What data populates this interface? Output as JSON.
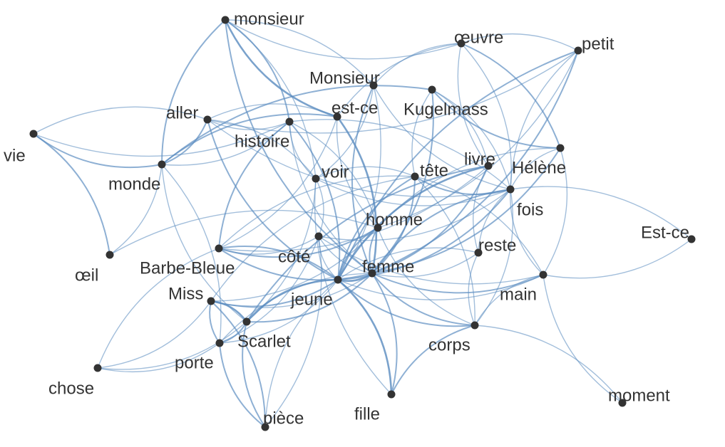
{
  "colors": {
    "edge": "#5b8cc0",
    "node": "#333333",
    "text": "#333333",
    "background": "#ffffff"
  },
  "nodes": [
    {
      "id": "monsieur",
      "label": "monsieur"
    },
    {
      "id": "oeuvre",
      "label": "œuvre"
    },
    {
      "id": "petit",
      "label": "petit"
    },
    {
      "id": "Monsieur",
      "label": "Monsieur"
    },
    {
      "id": "Kugelmass",
      "label": "Kugelmass"
    },
    {
      "id": "aller",
      "label": "aller"
    },
    {
      "id": "est-ce",
      "label": "est-ce"
    },
    {
      "id": "histoire",
      "label": "histoire"
    },
    {
      "id": "vie",
      "label": "vie"
    },
    {
      "id": "livre",
      "label": "livre"
    },
    {
      "id": "Helene",
      "label": "Hélène"
    },
    {
      "id": "monde",
      "label": "monde"
    },
    {
      "id": "voir",
      "label": "voir"
    },
    {
      "id": "tete",
      "label": "tête"
    },
    {
      "id": "fois",
      "label": "fois"
    },
    {
      "id": "homme",
      "label": "homme"
    },
    {
      "id": "Est-ce",
      "label": "Est-ce"
    },
    {
      "id": "cote",
      "label": "côté"
    },
    {
      "id": "reste",
      "label": "reste"
    },
    {
      "id": "oeil",
      "label": "œil"
    },
    {
      "id": "Barbe-Bleue",
      "label": "Barbe-Bleue"
    },
    {
      "id": "femme",
      "label": "femme"
    },
    {
      "id": "main",
      "label": "main"
    },
    {
      "id": "Miss",
      "label": "Miss"
    },
    {
      "id": "jeune",
      "label": "jeune"
    },
    {
      "id": "Scarlet",
      "label": "Scarlet"
    },
    {
      "id": "corps",
      "label": "corps"
    },
    {
      "id": "porte",
      "label": "porte"
    },
    {
      "id": "chose",
      "label": "chose"
    },
    {
      "id": "moment",
      "label": "moment"
    },
    {
      "id": "fille",
      "label": "fille"
    },
    {
      "id": "piece",
      "label": "pièce"
    }
  ],
  "edges": [
    {
      "source": "monsieur",
      "target": "est-ce",
      "weight": 3
    },
    {
      "source": "monsieur",
      "target": "histoire",
      "weight": 2
    },
    {
      "source": "monsieur",
      "target": "monde",
      "weight": 2
    },
    {
      "source": "monsieur",
      "target": "Monsieur",
      "weight": 1
    },
    {
      "source": "monsieur",
      "target": "oeuvre",
      "weight": 1
    },
    {
      "source": "monsieur",
      "target": "voir",
      "weight": 1
    },
    {
      "source": "monsieur",
      "target": "femme",
      "weight": 2
    },
    {
      "source": "oeuvre",
      "target": "petit",
      "weight": 1
    },
    {
      "source": "oeuvre",
      "target": "est-ce",
      "weight": 1
    },
    {
      "source": "oeuvre",
      "target": "Helene",
      "weight": 2
    },
    {
      "source": "oeuvre",
      "target": "livre",
      "weight": 1
    },
    {
      "source": "oeuvre",
      "target": "fois",
      "weight": 1
    },
    {
      "source": "oeuvre",
      "target": "Monsieur",
      "weight": 1
    },
    {
      "source": "petit",
      "target": "aller",
      "weight": 1
    },
    {
      "source": "petit",
      "target": "jeune",
      "weight": 2
    },
    {
      "source": "petit",
      "target": "homme",
      "weight": 1
    },
    {
      "source": "petit",
      "target": "fois",
      "weight": 1
    },
    {
      "source": "petit",
      "target": "femme",
      "weight": 2
    },
    {
      "source": "Monsieur",
      "target": "femme",
      "weight": 2
    },
    {
      "source": "Monsieur",
      "target": "jeune",
      "weight": 1
    },
    {
      "source": "Monsieur",
      "target": "fois",
      "weight": 1
    },
    {
      "source": "Monsieur",
      "target": "voir",
      "weight": 1
    },
    {
      "source": "Kugelmass",
      "target": "Helene",
      "weight": 2
    },
    {
      "source": "Kugelmass",
      "target": "fois",
      "weight": 1
    },
    {
      "source": "Kugelmass",
      "target": "tete",
      "weight": 1
    },
    {
      "source": "Kugelmass",
      "target": "femme",
      "weight": 2
    },
    {
      "source": "Kugelmass",
      "target": "monde",
      "weight": 2
    },
    {
      "source": "Kugelmass",
      "target": "livre",
      "weight": 1
    },
    {
      "source": "aller",
      "target": "vie",
      "weight": 1
    },
    {
      "source": "aller",
      "target": "est-ce",
      "weight": 1
    },
    {
      "source": "aller",
      "target": "histoire",
      "weight": 1
    },
    {
      "source": "aller",
      "target": "voir",
      "weight": 1
    },
    {
      "source": "aller",
      "target": "fois",
      "weight": 1
    },
    {
      "source": "aller",
      "target": "monde",
      "weight": 2
    },
    {
      "source": "aller",
      "target": "jeune",
      "weight": 2
    },
    {
      "source": "est-ce",
      "target": "femme",
      "weight": 3
    },
    {
      "source": "est-ce",
      "target": "monde",
      "weight": 2
    },
    {
      "source": "est-ce",
      "target": "Barbe-Bleue",
      "weight": 1
    },
    {
      "source": "est-ce",
      "target": "homme",
      "weight": 1
    },
    {
      "source": "histoire",
      "target": "monde",
      "weight": 1
    },
    {
      "source": "histoire",
      "target": "voir",
      "weight": 1
    },
    {
      "source": "histoire",
      "target": "homme",
      "weight": 1
    },
    {
      "source": "histoire",
      "target": "femme",
      "weight": 1
    },
    {
      "source": "histoire",
      "target": "fois",
      "weight": 1
    },
    {
      "source": "histoire",
      "target": "Barbe-Bleue",
      "weight": 2
    },
    {
      "source": "histoire",
      "target": "jeune",
      "weight": 2
    },
    {
      "source": "vie",
      "target": "monde",
      "weight": 2
    },
    {
      "source": "vie",
      "target": "oeil",
      "weight": 2
    },
    {
      "source": "vie",
      "target": "histoire",
      "weight": 1
    },
    {
      "source": "monde",
      "target": "oeil",
      "weight": 1
    },
    {
      "source": "monde",
      "target": "Scarlet",
      "weight": 1
    },
    {
      "source": "monde",
      "target": "porte",
      "weight": 1
    },
    {
      "source": "livre",
      "target": "jeune",
      "weight": 3
    },
    {
      "source": "livre",
      "target": "Barbe-Bleue",
      "weight": 1
    },
    {
      "source": "livre",
      "target": "reste",
      "weight": 1
    },
    {
      "source": "livre",
      "target": "femme",
      "weight": 2
    },
    {
      "source": "livre",
      "target": "Scarlet",
      "weight": 2
    },
    {
      "source": "Helene",
      "target": "main",
      "weight": 1
    },
    {
      "source": "Helene",
      "target": "fois",
      "weight": 1
    },
    {
      "source": "Helene",
      "target": "femme",
      "weight": 2
    },
    {
      "source": "Helene",
      "target": "homme",
      "weight": 1
    },
    {
      "source": "voir",
      "target": "tete",
      "weight": 1
    },
    {
      "source": "voir",
      "target": "fois",
      "weight": 1
    },
    {
      "source": "voir",
      "target": "cote",
      "weight": 1
    },
    {
      "source": "voir",
      "target": "fille",
      "weight": 1
    },
    {
      "source": "voir",
      "target": "Scarlet",
      "weight": 1
    },
    {
      "source": "tete",
      "target": "fois",
      "weight": 2
    },
    {
      "source": "tete",
      "target": "femme",
      "weight": 2
    },
    {
      "source": "tete",
      "target": "jeune",
      "weight": 2
    },
    {
      "source": "tete",
      "target": "corps",
      "weight": 1
    },
    {
      "source": "tete",
      "target": "Barbe-Bleue",
      "weight": 1
    },
    {
      "source": "tete",
      "target": "main",
      "weight": 1
    },
    {
      "source": "tete",
      "target": "Miss",
      "weight": 1
    },
    {
      "source": "fois",
      "target": "Est-ce",
      "weight": 1
    },
    {
      "source": "fois",
      "target": "main",
      "weight": 1
    },
    {
      "source": "fois",
      "target": "jeune",
      "weight": 2
    },
    {
      "source": "fois",
      "target": "femme",
      "weight": 2
    },
    {
      "source": "fois",
      "target": "corps",
      "weight": 1
    },
    {
      "source": "fois",
      "target": "reste",
      "weight": 1
    },
    {
      "source": "fois",
      "target": "cote",
      "weight": 1
    },
    {
      "source": "homme",
      "target": "femme",
      "weight": 2
    },
    {
      "source": "homme",
      "target": "Barbe-Bleue",
      "weight": 2
    },
    {
      "source": "homme",
      "target": "jeune",
      "weight": 2
    },
    {
      "source": "homme",
      "target": "Miss",
      "weight": 1
    },
    {
      "source": "homme",
      "target": "corps",
      "weight": 1
    },
    {
      "source": "Est-ce",
      "target": "main",
      "weight": 1
    },
    {
      "source": "cote",
      "target": "femme",
      "weight": 1
    },
    {
      "source": "cote",
      "target": "porte",
      "weight": 1
    },
    {
      "source": "cote",
      "target": "jeune",
      "weight": 1
    },
    {
      "source": "cote",
      "target": "Barbe-Bleue",
      "weight": 1
    },
    {
      "source": "cote",
      "target": "main",
      "weight": 1
    },
    {
      "source": "cote",
      "target": "piece",
      "weight": 1
    },
    {
      "source": "reste",
      "target": "corps",
      "weight": 1
    },
    {
      "source": "reste",
      "target": "femme",
      "weight": 1
    },
    {
      "source": "reste",
      "target": "jeune",
      "weight": 1
    },
    {
      "source": "oeil",
      "target": "homme",
      "weight": 1
    },
    {
      "source": "Barbe-Bleue",
      "target": "femme",
      "weight": 2
    },
    {
      "source": "Barbe-Bleue",
      "target": "jeune",
      "weight": 2
    },
    {
      "source": "Barbe-Bleue",
      "target": "chose",
      "weight": 1
    },
    {
      "source": "femme",
      "target": "jeune",
      "weight": 3
    },
    {
      "source": "femme",
      "target": "main",
      "weight": 2
    },
    {
      "source": "femme",
      "target": "fille",
      "weight": 2
    },
    {
      "source": "femme",
      "target": "corps",
      "weight": 2
    },
    {
      "source": "femme",
      "target": "Scarlet",
      "weight": 2
    },
    {
      "source": "femme",
      "target": "porte",
      "weight": 1
    },
    {
      "source": "femme",
      "target": "Miss",
      "weight": 1
    },
    {
      "source": "main",
      "target": "moment",
      "weight": 1
    },
    {
      "source": "main",
      "target": "jeune",
      "weight": 1
    },
    {
      "source": "main",
      "target": "corps",
      "weight": 1
    },
    {
      "source": "Miss",
      "target": "Scarlet",
      "weight": 3
    },
    {
      "source": "Miss",
      "target": "porte",
      "weight": 2
    },
    {
      "source": "Miss",
      "target": "piece",
      "weight": 2
    },
    {
      "source": "Miss",
      "target": "jeune",
      "weight": 2
    },
    {
      "source": "Miss",
      "target": "chose",
      "weight": 1
    },
    {
      "source": "jeune",
      "target": "Scarlet",
      "weight": 3
    },
    {
      "source": "jeune",
      "target": "fille",
      "weight": 3
    },
    {
      "source": "jeune",
      "target": "corps",
      "weight": 2
    },
    {
      "source": "jeune",
      "target": "porte",
      "weight": 1
    },
    {
      "source": "jeune",
      "target": "piece",
      "weight": 1
    },
    {
      "source": "Scarlet",
      "target": "porte",
      "weight": 2
    },
    {
      "source": "Scarlet",
      "target": "piece",
      "weight": 2
    },
    {
      "source": "Scarlet",
      "target": "chose",
      "weight": 1
    },
    {
      "source": "corps",
      "target": "fille",
      "weight": 2
    },
    {
      "source": "corps",
      "target": "moment",
      "weight": 1
    },
    {
      "source": "porte",
      "target": "piece",
      "weight": 2
    },
    {
      "source": "porte",
      "target": "chose",
      "weight": 1
    }
  ]
}
